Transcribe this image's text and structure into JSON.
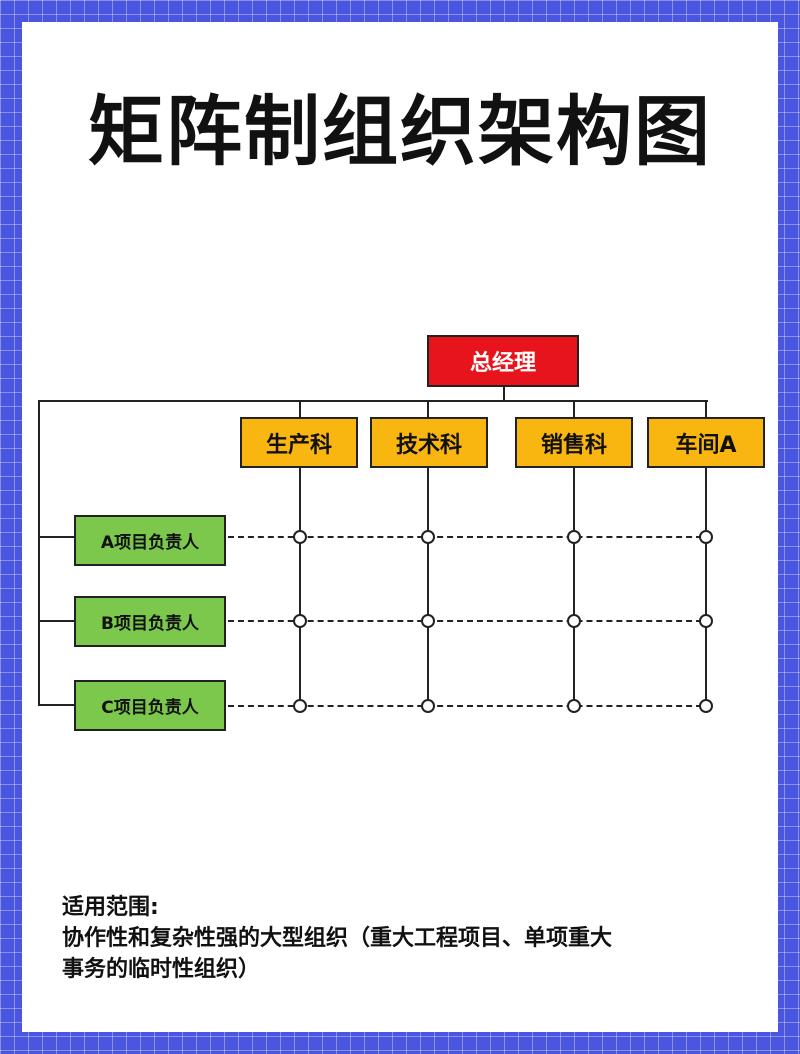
{
  "title": "矩阵制组织架构图",
  "general_manager": "总经理",
  "departments": [
    "生产科",
    "技术科",
    "销售科",
    "车间A"
  ],
  "project_leads": [
    "A项目负责人",
    "B项目负责人",
    "C项目负责人"
  ],
  "note": {
    "heading": "适用范围:",
    "line1": "协作性和复杂性强的大型组织（重大工程项目、单项重大",
    "line2": "事务的临时性组织）"
  },
  "colors": {
    "general_manager": "#e8141c",
    "departments": "#f9b510",
    "project_leads": "#7cc84d",
    "background": "#4a55e0"
  }
}
